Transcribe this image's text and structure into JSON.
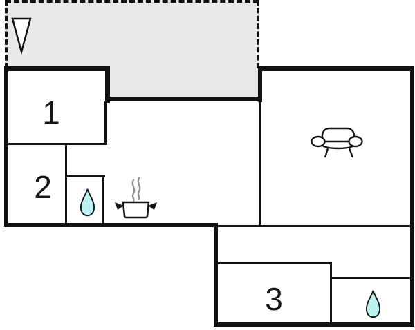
{
  "floor_plan": {
    "rooms": [
      {
        "label": "1"
      },
      {
        "label": "2"
      },
      {
        "label": "3"
      }
    ],
    "symbols": {
      "terrace": "dashed-outline-gray-area",
      "north_arrow": "downward-outlined-triangle",
      "bathroom_1": "water-drop",
      "bathroom_2": "water-drop",
      "kitchen": "cooking-pot-with-steam",
      "living_room": "sofa"
    },
    "colors": {
      "walls": "#111111",
      "terrace_fill": "#e8e8e8",
      "water_drop_fill": "#bdf2f3",
      "steam": "#8f8f8f",
      "icon_outline": "#151515",
      "background": "#ffffff"
    }
  }
}
